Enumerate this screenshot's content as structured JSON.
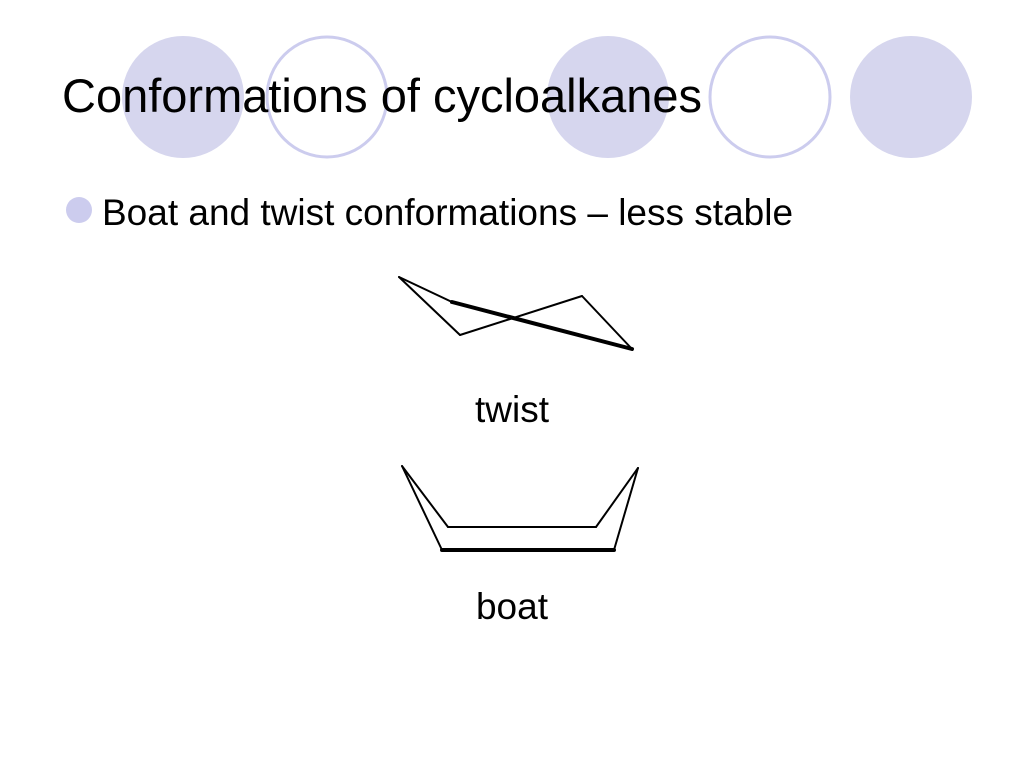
{
  "slide": {
    "title": "Conformations of cycloalkanes",
    "bullets": [
      {
        "text": "Boat and twist conformations – less stable"
      }
    ],
    "figures": [
      {
        "label": "twist"
      },
      {
        "label": "boat"
      }
    ]
  },
  "theme": {
    "circle_fill": "#d6d6ee",
    "circle_outline": "#ccccee",
    "bullet_color": "#ccccee",
    "text_color": "#000000"
  }
}
